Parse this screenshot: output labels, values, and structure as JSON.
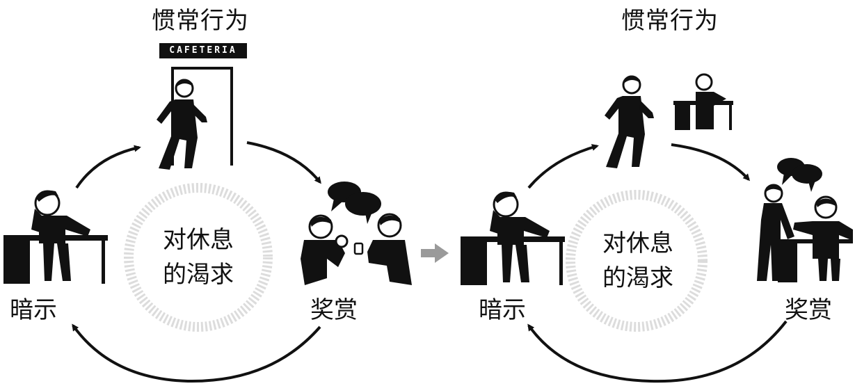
{
  "diagrams": [
    {
      "title": "惯常行为",
      "cue": "暗示",
      "reward": "奖赏",
      "center_line1": "对休息",
      "center_line2": "的渴求",
      "sign_text": "CAFETERIA"
    },
    {
      "title": "惯常行为",
      "cue": "暗示",
      "reward": "奖赏",
      "center_line1": "对休息",
      "center_line2": "的渴求"
    }
  ],
  "colors": {
    "ink": "#111111",
    "faint_ring": "#d9d9d9",
    "transition_arrow": "#9a9a9a"
  },
  "icons": [
    "person-at-desk-icon",
    "walking-person-icon",
    "chatting-people-icon",
    "speech-bubble-icon",
    "door-icon",
    "desk-icon",
    "arrow-icon"
  ]
}
